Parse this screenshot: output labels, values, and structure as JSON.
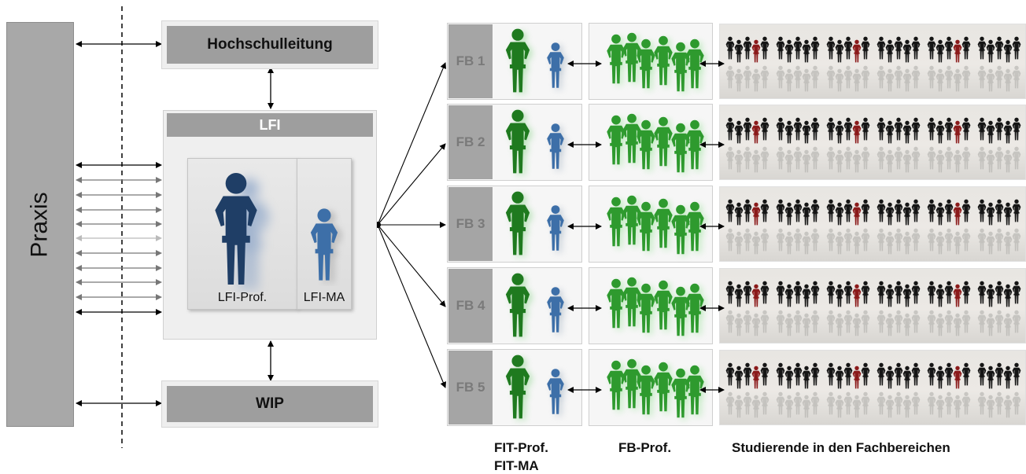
{
  "praxis": {
    "label": "Praxis"
  },
  "hochschulleitung": {
    "label": "Hochschulleitung"
  },
  "lfi": {
    "title": "LFI",
    "prof_label": "LFI-Prof.",
    "ma_label": "LFI-MA"
  },
  "wip": {
    "label": "WIP"
  },
  "fachbereiche": [
    "FB 1",
    "FB 2",
    "FB 3",
    "FB 4",
    "FB 5"
  ],
  "bottom_labels": {
    "fit_prof": "FIT-Prof.",
    "fit_ma": "FIT-MA",
    "fb_prof": "FB-Prof.",
    "studierende": "Studierende in den Fachbereichen"
  },
  "colors": {
    "lfi_prof": "#1f3e66",
    "lfi_ma": "#3d6fa8",
    "fit_prof": "#1f7a1f",
    "fit_ma": "#3d6fa8",
    "fb_prof": "#2e9a2e",
    "student": "#151515",
    "student_accent": "#8b1a1a"
  }
}
